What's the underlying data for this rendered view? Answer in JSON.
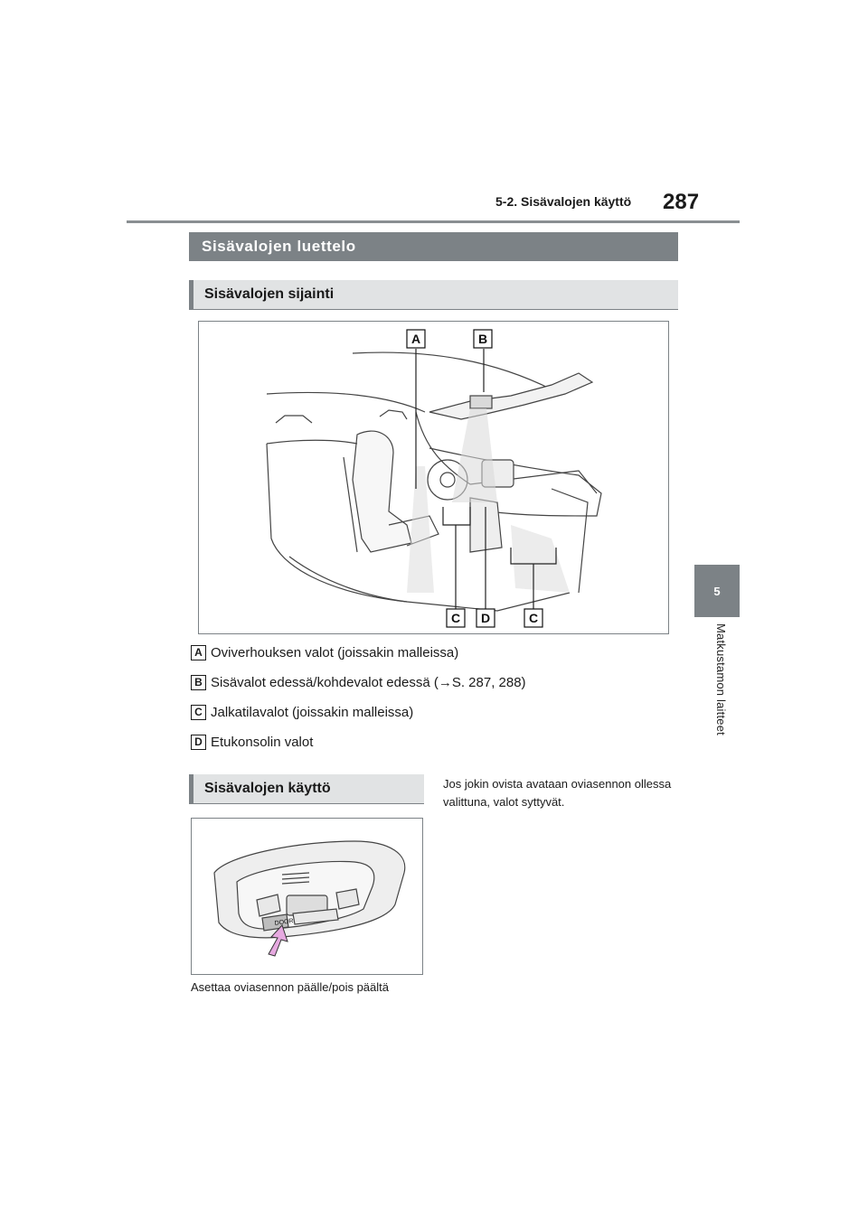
{
  "header": {
    "section": "5-2. Sisävalojen käyttö",
    "page_number": "287"
  },
  "side_tab": {
    "number": "5",
    "label": "Matkustamon laitteet"
  },
  "section_title": "Sisävalojen luettelo",
  "subsection_location": "Sisävalojen sijainti",
  "figure_labels": {
    "a": "A",
    "b": "B",
    "c1": "C",
    "d": "D",
    "c2": "C"
  },
  "legend": [
    {
      "key": "A",
      "text": "Oviverhouksen valot (joissakin malleissa)"
    },
    {
      "key": "B",
      "text": "Sisävalot edessä/kohdevalot edessä (→S. 287, 288)"
    },
    {
      "key": "C",
      "text": "Jalkatilavalot (joissakin malleissa)"
    },
    {
      "key": "D",
      "text": "Etukonsolin valot"
    }
  ],
  "subsection_usage": "Sisävalojen käyttö",
  "panel_labels": {
    "door": "DOOR"
  },
  "usage_paragraph": "Jos jokin ovista avataan oviasennon ollessa valittuna, valot syttyvät.",
  "panel_caption": "Asettaa oviasennon päälle/pois päältä",
  "colors": {
    "accent_dark": "#7c8286",
    "accent_light": "#e1e3e4",
    "highlight_pink": "#e6a9e0"
  }
}
